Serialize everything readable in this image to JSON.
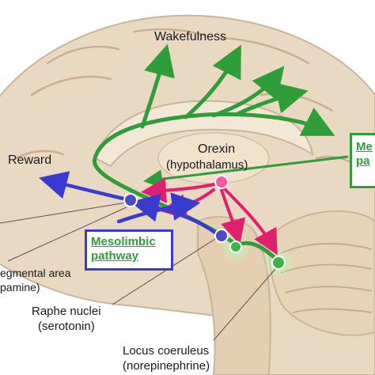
{
  "labels": {
    "wakefulness": "Wakefulness",
    "reward": "Reward",
    "orexin": "Orexin",
    "orexin_sub": "(hypothalamus)",
    "vta_line1": "egmental area",
    "vta_line2": "pamine)",
    "raphe": "Raphe nuclei",
    "raphe_sub": "(serotonin)",
    "locus": "Locus coeruleus",
    "locus_sub": "(norepinephrine)"
  },
  "boxes": {
    "mesolimbic_blue_line1": "Mesolimbic",
    "mesolimbic_blue_line2": "pathway",
    "mesolimbic_green_line1": "Me",
    "mesolimbic_green_line2": "pa"
  },
  "colors": {
    "wake_arrow": "#2e9d3a",
    "dopamine_arrow": "#3a3ad0",
    "orexin_arrow": "#e0206e",
    "brain_fill": "#ead9c2",
    "brain_outline": "#c9b49a",
    "node_green": "#3ab54a",
    "node_pink": "#ff5aa0",
    "node_blue": "#4a4ac8"
  }
}
